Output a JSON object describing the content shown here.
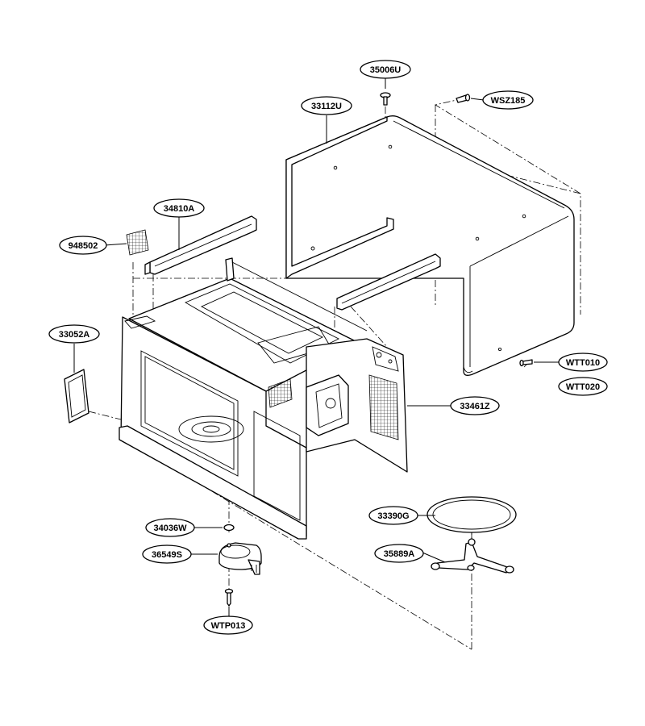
{
  "labels": {
    "l_35006U": "35006U",
    "l_WSZ185": "WSZ185",
    "l_33112U": "33112U",
    "l_34810A": "34810A",
    "l_948502": "948502",
    "l_33052A": "33052A",
    "l_WTT010": "WTT010",
    "l_WTT020": "WTT020",
    "l_33461Z": "33461Z",
    "l_33390G": "33390G",
    "l_35889A": "35889A",
    "l_34036W": "34036W",
    "l_36549S": "36549S",
    "l_WTP013": "WTP013"
  }
}
